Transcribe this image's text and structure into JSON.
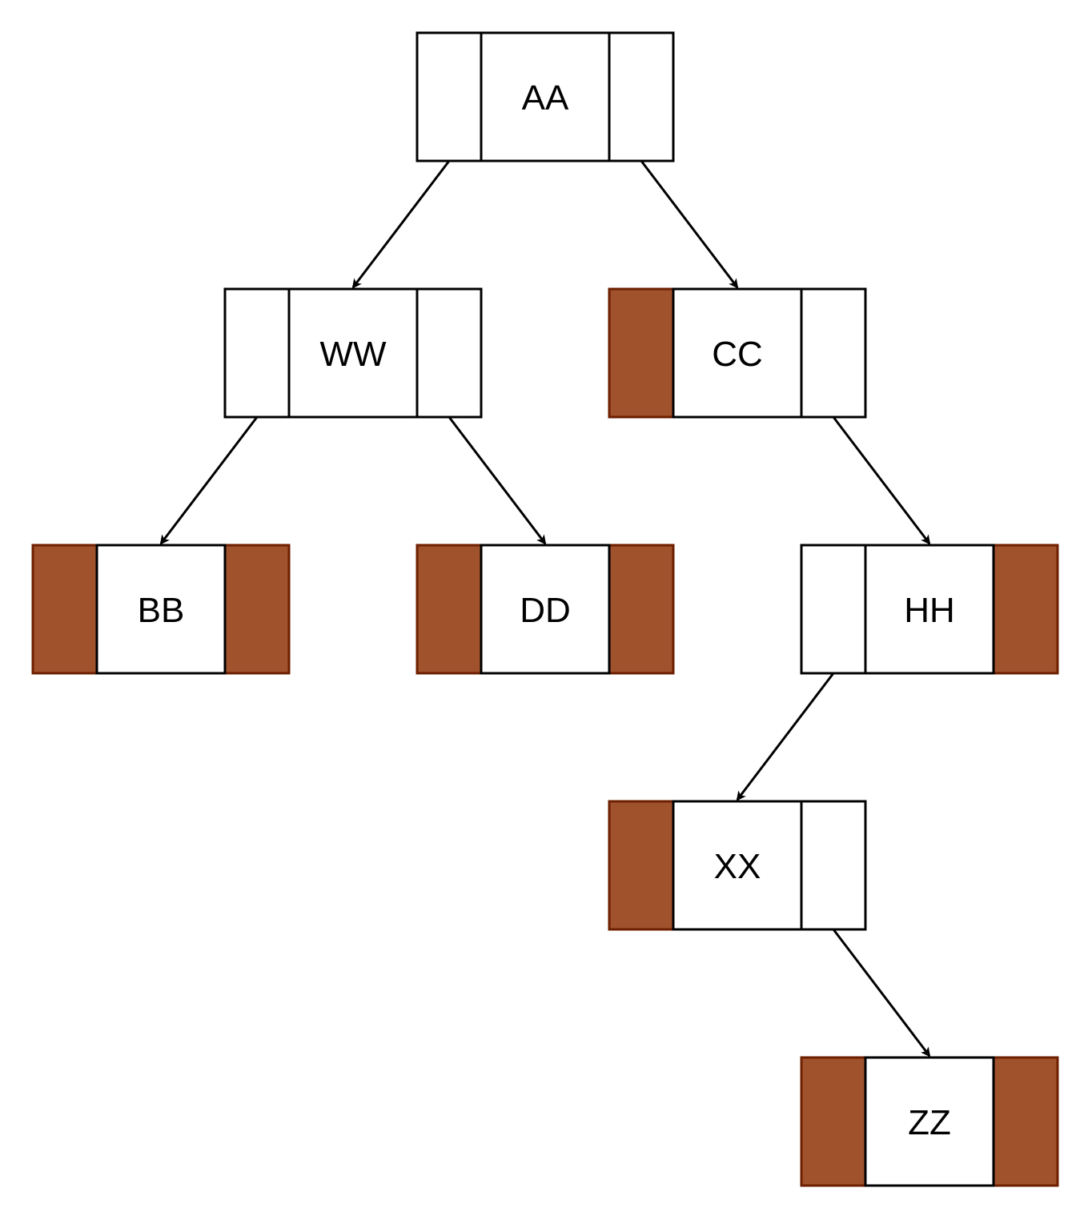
{
  "colors": {
    "null_fill": "#a0522d",
    "null_stroke": "#6d1f00",
    "empty_fill": "#ffffff",
    "stroke": "#000000"
  },
  "nodes": [
    {
      "id": "AA",
      "label": "AA",
      "left_null": false,
      "right_null": false
    },
    {
      "id": "WW",
      "label": "WW",
      "left_null": false,
      "right_null": false
    },
    {
      "id": "CC",
      "label": "CC",
      "left_null": true,
      "right_null": false
    },
    {
      "id": "BB",
      "label": "BB",
      "left_null": true,
      "right_null": true
    },
    {
      "id": "DD",
      "label": "DD",
      "left_null": true,
      "right_null": true
    },
    {
      "id": "HH",
      "label": "HH",
      "left_null": false,
      "right_null": true
    },
    {
      "id": "XX",
      "label": "XX",
      "left_null": true,
      "right_null": false
    },
    {
      "id": "ZZ",
      "label": "ZZ",
      "left_null": true,
      "right_null": true
    }
  ],
  "edges": [
    {
      "from": "AA",
      "side": "left",
      "to": "WW"
    },
    {
      "from": "AA",
      "side": "right",
      "to": "CC"
    },
    {
      "from": "WW",
      "side": "left",
      "to": "BB"
    },
    {
      "from": "WW",
      "side": "right",
      "to": "DD"
    },
    {
      "from": "CC",
      "side": "right",
      "to": "HH"
    },
    {
      "from": "HH",
      "side": "left",
      "to": "XX"
    },
    {
      "from": "XX",
      "side": "right",
      "to": "ZZ"
    }
  ]
}
